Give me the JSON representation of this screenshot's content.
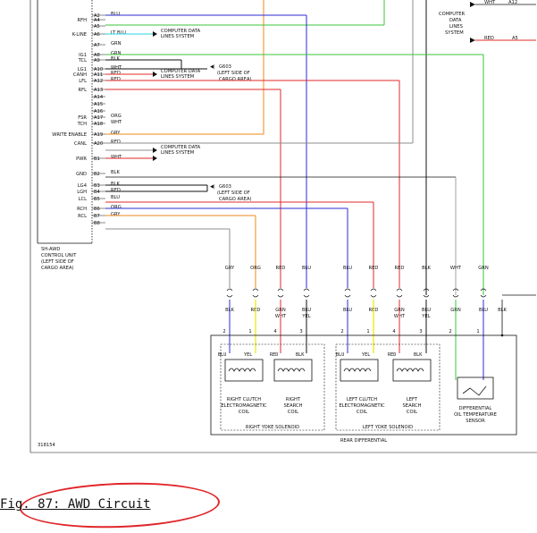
{
  "caption": "Fig. 87: AWD Circuit",
  "doc_id": "318154",
  "control_unit": {
    "label": [
      "SH-AWD",
      "CONTROL UNIT",
      "(LEFT SIDE OF",
      "CARGO AREA)"
    ],
    "pins": [
      {
        "name": "",
        "pin": "A2",
        "wire": "BLU"
      },
      {
        "name": "RFH",
        "pin": "A4",
        "wire": ""
      },
      {
        "name": "",
        "pin": "A5",
        "wire": ""
      },
      {
        "name": "K-LINE",
        "pin": "A6",
        "wire": "LT BLU"
      },
      {
        "name": "",
        "pin": "A7",
        "wire": "GRN"
      },
      {
        "name": "IG1",
        "pin": "A8",
        "wire": "GRN"
      },
      {
        "name": "TCL",
        "pin": "A9",
        "wire": "BLK"
      },
      {
        "name": "LG1",
        "pin": "A10",
        "wire": "WHT"
      },
      {
        "name": "CANH",
        "pin": "A11",
        "wire": "RED"
      },
      {
        "name": "LFL",
        "pin": "A12",
        "wire": "RED"
      },
      {
        "name": "RFL",
        "pin": "A13",
        "wire": ""
      },
      {
        "name": "",
        "pin": "A14",
        "wire": ""
      },
      {
        "name": "",
        "pin": "A15",
        "wire": ""
      },
      {
        "name": "",
        "pin": "A16",
        "wire": ""
      },
      {
        "name": "FSR",
        "pin": "A17",
        "wire": "ORG"
      },
      {
        "name": "TCH",
        "pin": "A18",
        "wire": "WHT"
      },
      {
        "name": "WRITE ENABLE",
        "pin": "A19",
        "wire": "GRY"
      },
      {
        "name": "CANL",
        "pin": "A20",
        "wire": "RED"
      },
      {
        "name": "",
        "pin": "",
        "wire": ""
      },
      {
        "name": "PWR",
        "pin": "B1",
        "wire": "WHT"
      },
      {
        "name": "GND",
        "pin": "B2",
        "wire": "BLK"
      },
      {
        "name": "LG4",
        "pin": "B3",
        "wire": "BLK"
      },
      {
        "name": "LGH",
        "pin": "B4",
        "wire": "RED"
      },
      {
        "name": "LCL",
        "pin": "B5",
        "wire": "BLU"
      },
      {
        "name": "RCH",
        "pin": "B6",
        "wire": "ORG"
      },
      {
        "name": "RCL",
        "pin": "B7",
        "wire": "GRY"
      },
      {
        "name": "",
        "pin": "B8",
        "wire": ""
      }
    ],
    "computer_data_1": [
      "COMPUTER DATA",
      "LINES SYSTEM"
    ],
    "computer_data_2": [
      "COMPUTER DATA",
      "LINES SYSTEM"
    ],
    "computer_data_3": [
      "COMPUTER DATA",
      "LINES SYSTEM"
    ],
    "ground_1": [
      "G603",
      "(LEFT SIDE OF",
      "CARGO AREA)"
    ],
    "ground_2": [
      "G603",
      "(LEFT SIDE OF",
      "CARGO AREA)"
    ]
  },
  "top_right": {
    "label": [
      "COMPUTER",
      "DATA",
      "LINES",
      "SYSTEM"
    ],
    "wire_1": "WHT",
    "pin_1": "A12",
    "wire_2": "RED",
    "pin_2": "A5"
  },
  "drop_labels_top": [
    "GRY",
    "ORG",
    "RED",
    "BLU",
    "BLU",
    "RED",
    "RED",
    "BLK",
    "WHT",
    "GRN"
  ],
  "drop_labels_bottom": [
    [
      "BLK"
    ],
    [
      "RED"
    ],
    [
      "GRN",
      "WHT"
    ],
    [
      "BLU",
      "YEL"
    ],
    [
      "BLU"
    ],
    [
      "RED"
    ],
    [
      "GRN",
      "WHT"
    ],
    [
      "BLU",
      "YEL"
    ],
    [
      "GRN"
    ],
    [
      "BLU"
    ],
    [
      "BLK"
    ]
  ],
  "connector_pins": [
    "2",
    "1",
    "4",
    "3",
    "2",
    "1",
    "4",
    "3",
    "2",
    "1"
  ],
  "inner_wires_right": [
    "BLU",
    "YEL",
    "RED",
    "BLK"
  ],
  "inner_wires_left": [
    "BLU",
    "YEL",
    "RED",
    "BLK"
  ],
  "components": {
    "right_clutch": [
      "RIGHT CLUTCH",
      "ELECTROMAGNETIC",
      "COIL"
    ],
    "right_search": [
      "RIGHT",
      "SEARCH",
      "COIL"
    ],
    "left_clutch": [
      "LEFT CLUTCH",
      "ELECTROMAGNETIC",
      "COIL"
    ],
    "left_search": [
      "LEFT",
      "SEARCH",
      "COIL"
    ],
    "temp_sensor": [
      "DIFFERENTIAL",
      "OIL TEMPERATURE",
      "SENSOR"
    ],
    "right_yoke": "RIGHT YOKE SOLENOID",
    "left_yoke": "LEFT YOKE SOLENOID",
    "rear_diff": "REAR DIFFERENTIAL"
  },
  "colors": {
    "blue": "#2b2bd6",
    "orange": "#f28a1a",
    "green": "#3bc43b",
    "red": "#e02a2a",
    "gray": "#8c8c8c",
    "cyan": "#22d4e0",
    "yellow": "#e8e800",
    "black": "#111111",
    "caption_ring": "#e0262a"
  }
}
